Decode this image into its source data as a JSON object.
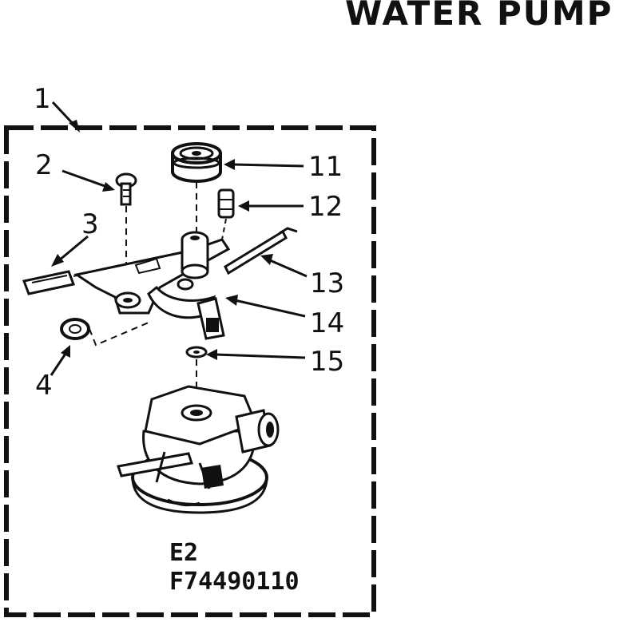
{
  "title": "WATER PUMP",
  "callouts": {
    "c1": "1",
    "c2": "2",
    "c3": "3",
    "c4": "4",
    "c11": "11",
    "c12": "12",
    "c13": "13",
    "c14": "14",
    "c15": "15"
  },
  "assembly_code": "E2",
  "part_number": "F74490110",
  "colors": {
    "ink": "#111111",
    "paper": "#ffffff"
  }
}
